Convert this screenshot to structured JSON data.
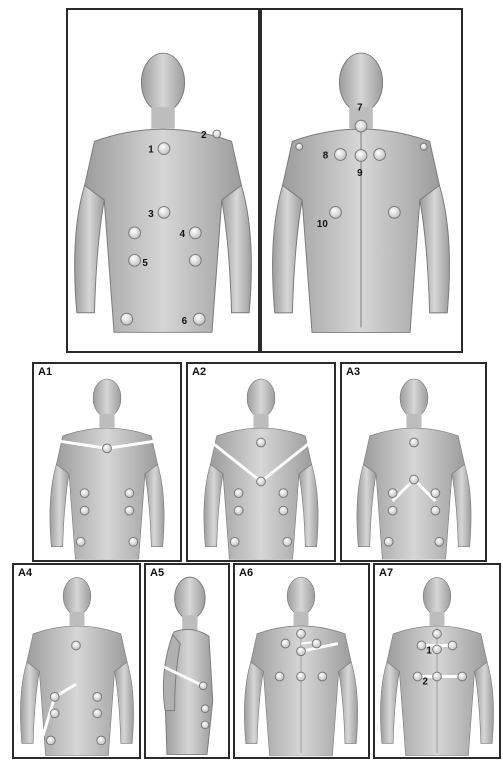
{
  "panels": {
    "front": {
      "label": ""
    },
    "back": {
      "label": ""
    },
    "a1": {
      "label": "A1"
    },
    "a2": {
      "label": "A2"
    },
    "a3": {
      "label": "A3"
    },
    "a4": {
      "label": "A4"
    },
    "a5": {
      "label": "A5"
    },
    "a6": {
      "label": "A6"
    },
    "a7": {
      "label": "A7"
    }
  },
  "markers": {
    "m1": "1",
    "m2": "2",
    "m3": "3",
    "m4": "4",
    "m5": "5",
    "m6": "6",
    "m7": "7",
    "m8": "8",
    "m9": "9",
    "m10": "10",
    "a7_1": "1",
    "a7_2": "2"
  },
  "colors": {
    "border": "#2a2a2a",
    "skin": "#c8c8c8",
    "marker": "#f4f4f4",
    "line": "#ffffff"
  }
}
